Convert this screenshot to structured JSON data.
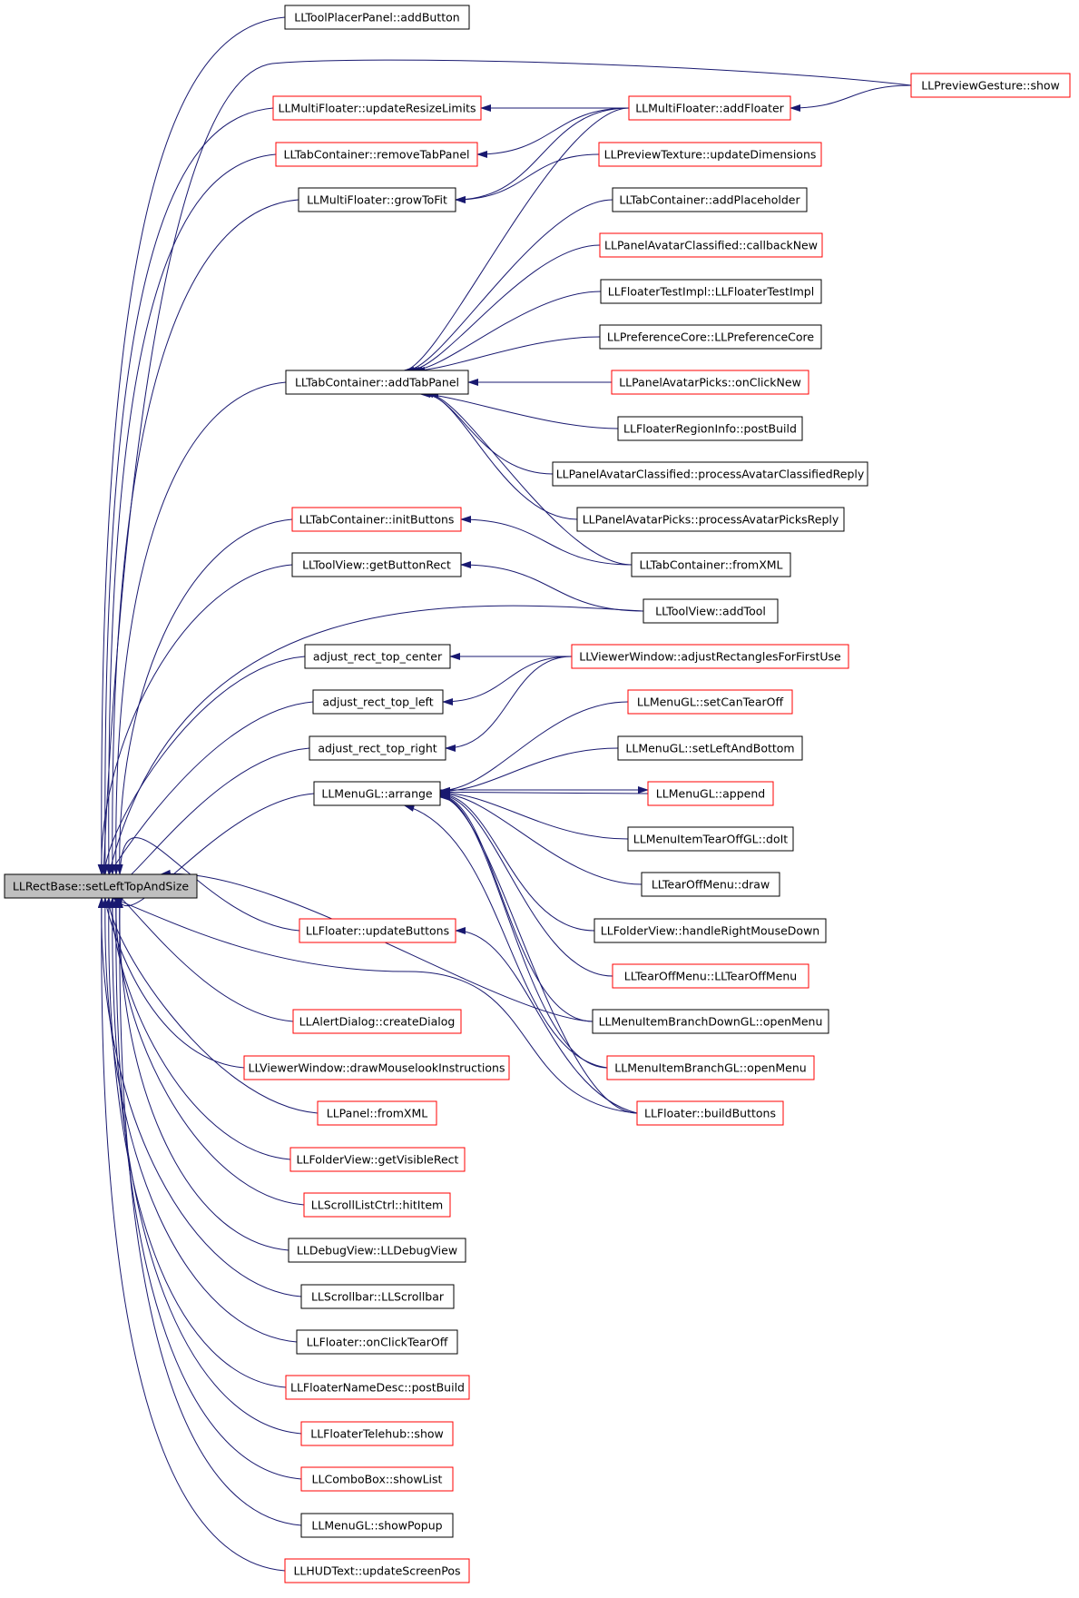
{
  "colors": {
    "edge": "#191970",
    "border_documented": "#000000",
    "border_undocumented": "#ff0000",
    "focus_fill": "#bfbfbf",
    "node_fill": "#ffffff"
  },
  "nodes": [
    {
      "id": "root",
      "label": "LLRectBase::setLeftTopAndSize",
      "status": "focus"
    },
    {
      "id": "toolplacer_addbutton",
      "label": "LLToolPlacerPanel::addButton",
      "status": "documented"
    },
    {
      "id": "mf_updateresize",
      "label": "LLMultiFloater::updateResizeLimits",
      "status": "undocumented"
    },
    {
      "id": "tc_removetab",
      "label": "LLTabContainer::removeTabPanel",
      "status": "undocumented"
    },
    {
      "id": "mf_growtofit",
      "label": "LLMultiFloater::growToFit",
      "status": "documented"
    },
    {
      "id": "tc_addtab",
      "label": "LLTabContainer::addTabPanel",
      "status": "documented"
    },
    {
      "id": "tc_initbuttons",
      "label": "LLTabContainer::initButtons",
      "status": "undocumented"
    },
    {
      "id": "tv_getbuttonrect",
      "label": "LLToolView::getButtonRect",
      "status": "documented"
    },
    {
      "id": "adj_center",
      "label": "adjust_rect_top_center",
      "status": "documented"
    },
    {
      "id": "adj_left",
      "label": "adjust_rect_top_left",
      "status": "documented"
    },
    {
      "id": "adj_right",
      "label": "adjust_rect_top_right",
      "status": "documented"
    },
    {
      "id": "menu_arrange",
      "label": "LLMenuGL::arrange",
      "status": "documented"
    },
    {
      "id": "fl_updatebuttons",
      "label": "LLFloater::updateButtons",
      "status": "undocumented"
    },
    {
      "id": "alert_create",
      "label": "LLAlertDialog::createDialog",
      "status": "undocumented"
    },
    {
      "id": "vw_drawmouselook",
      "label": "LLViewerWindow::drawMouselookInstructions",
      "status": "undocumented"
    },
    {
      "id": "panel_fromxml",
      "label": "LLPanel::fromXML",
      "status": "undocumented"
    },
    {
      "id": "fv_getvisible",
      "label": "LLFolderView::getVisibleRect",
      "status": "undocumented"
    },
    {
      "id": "slc_hititem",
      "label": "LLScrollListCtrl::hitItem",
      "status": "undocumented"
    },
    {
      "id": "dv_ctor",
      "label": "LLDebugView::LLDebugView",
      "status": "documented"
    },
    {
      "id": "sb_ctor",
      "label": "LLScrollbar::LLScrollbar",
      "status": "documented"
    },
    {
      "id": "fl_onclicktearoff",
      "label": "LLFloater::onClickTearOff",
      "status": "documented"
    },
    {
      "id": "fnd_postbuild",
      "label": "LLFloaterNameDesc::postBuild",
      "status": "undocumented"
    },
    {
      "id": "fth_show",
      "label": "LLFloaterTelehub::show",
      "status": "undocumented"
    },
    {
      "id": "cb_showlist",
      "label": "LLComboBox::showList",
      "status": "undocumented"
    },
    {
      "id": "menu_showpopup",
      "label": "LLMenuGL::showPopup",
      "status": "documented"
    },
    {
      "id": "hud_update",
      "label": "LLHUDText::updateScreenPos",
      "status": "undocumented"
    },
    {
      "id": "mf_addfloater",
      "label": "LLMultiFloater::addFloater",
      "status": "undocumented"
    },
    {
      "id": "pt_updatedim",
      "label": "LLPreviewTexture::updateDimensions",
      "status": "undocumented"
    },
    {
      "id": "tc_addplaceholder",
      "label": "LLTabContainer::addPlaceholder",
      "status": "documented"
    },
    {
      "id": "pac_callbacknew",
      "label": "LLPanelAvatarClassified::callbackNew",
      "status": "undocumented"
    },
    {
      "id": "fti_ctor",
      "label": "LLFloaterTestImpl::LLFloaterTestImpl",
      "status": "documented"
    },
    {
      "id": "pc_ctor",
      "label": "LLPreferenceCore::LLPreferenceCore",
      "status": "documented"
    },
    {
      "id": "pap_onclicknew",
      "label": "LLPanelAvatarPicks::onClickNew",
      "status": "undocumented"
    },
    {
      "id": "fri_postbuild",
      "label": "LLFloaterRegionInfo::postBuild",
      "status": "documented"
    },
    {
      "id": "pac_process",
      "label": "LLPanelAvatarClassified::processAvatarClassifiedReply",
      "status": "documented"
    },
    {
      "id": "pap_process",
      "label": "LLPanelAvatarPicks::processAvatarPicksReply",
      "status": "documented"
    },
    {
      "id": "tc_fromxml",
      "label": "LLTabContainer::fromXML",
      "status": "documented"
    },
    {
      "id": "tv_addtool",
      "label": "LLToolView::addTool",
      "status": "documented"
    },
    {
      "id": "vw_adjustrects",
      "label": "LLViewerWindow::adjustRectanglesForFirstUse",
      "status": "undocumented"
    },
    {
      "id": "menu_setcantearoff",
      "label": "LLMenuGL::setCanTearOff",
      "status": "undocumented"
    },
    {
      "id": "menu_setleftbottom",
      "label": "LLMenuGL::setLeftAndBottom",
      "status": "documented"
    },
    {
      "id": "menu_append",
      "label": "LLMenuGL::append",
      "status": "undocumented"
    },
    {
      "id": "mito_doit",
      "label": "LLMenuItemTearOffGL::doIt",
      "status": "documented"
    },
    {
      "id": "tom_draw",
      "label": "LLTearOffMenu::draw",
      "status": "documented"
    },
    {
      "id": "fv_rightmouse",
      "label": "LLFolderView::handleRightMouseDown",
      "status": "documented"
    },
    {
      "id": "tom_ctor",
      "label": "LLTearOffMenu::LLTearOffMenu",
      "status": "undocumented"
    },
    {
      "id": "mibd_openmenu",
      "label": "LLMenuItemBranchDownGL::openMenu",
      "status": "documented"
    },
    {
      "id": "mib_openmenu",
      "label": "LLMenuItemBranchGL::openMenu",
      "status": "undocumented"
    },
    {
      "id": "fl_buildbuttons",
      "label": "LLFloater::buildButtons",
      "status": "undocumented"
    },
    {
      "id": "pg_show",
      "label": "LLPreviewGesture::show",
      "status": "undocumented"
    }
  ]
}
